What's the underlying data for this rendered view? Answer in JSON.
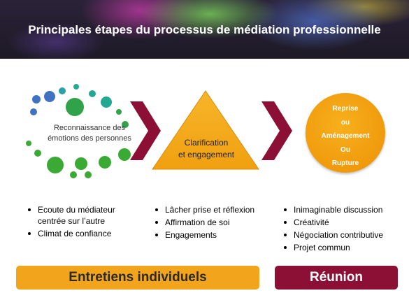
{
  "header": {
    "title": "Principales étapes du processus de médiation professionnelle"
  },
  "steps": {
    "step1": {
      "label_line1": "Reconnaissance des",
      "label_line2": "émotions des personnes"
    },
    "step2": {
      "label_line1": "Clarification",
      "label_line2": "et engagement"
    },
    "step3": {
      "lines": [
        "Reprise",
        "ou",
        "Aménagement",
        "Ou",
        "Rupture"
      ]
    }
  },
  "bullets": {
    "col1": [
      "Ecoute du médiateur centrée sur l’autre",
      "Climat de confiance"
    ],
    "col2": [
      "Lâcher prise et réflexion",
      "Affirmation de soi",
      "Engagements"
    ],
    "col3": [
      "Inimaginable discussion",
      "Créativité",
      "Négociation contributive",
      "Projet commun"
    ]
  },
  "footer": {
    "left_label": "Entretiens individuels",
    "right_label": "Réunion"
  },
  "colors": {
    "orange": "#f2a41c",
    "maroon": "#8c0f35",
    "blue": "#3f73c2",
    "teal": "#23a892",
    "green": "#3aaa35"
  }
}
